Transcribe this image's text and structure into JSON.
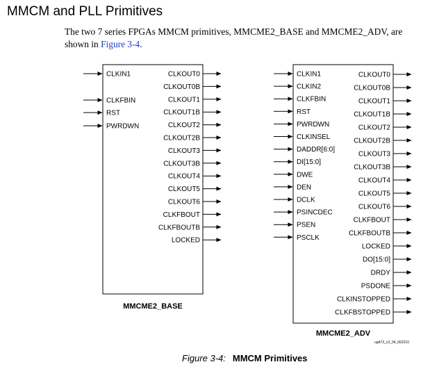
{
  "section": {
    "heading": "MMCM and PLL Primitives",
    "paragraph_before": "The two 7 series FPGAs MMCM primitives, MMCME2_BASE and MMCME2_ADV, are shown in ",
    "paragraph_link": "Figure 3-4",
    "paragraph_after": "."
  },
  "figure": {
    "number": "Figure 3-4:",
    "title": "MMCM Primitives",
    "id_tag": "ug472_c2_04_062210"
  },
  "blocks": {
    "base": {
      "name": "MMCME2_BASE",
      "inputs": [
        "CLKIN1",
        "CLKFBIN",
        "RST",
        "PWRDWN"
      ],
      "outputs": [
        "CLKOUT0",
        "CLKOUT0B",
        "CLKOUT1",
        "CLKOUT1B",
        "CLKOUT2",
        "CLKOUT2B",
        "CLKOUT3",
        "CLKOUT3B",
        "CLKOUT4",
        "CLKOUT5",
        "CLKOUT6",
        "CLKFBOUT",
        "CLKFBOUTB",
        "LOCKED"
      ]
    },
    "adv": {
      "name": "MMCME2_ADV",
      "inputs": [
        "CLKIN1",
        "CLKIN2",
        "CLKFBIN",
        "RST",
        "PWRDWN",
        "CLKINSEL",
        "DADDR[6:0]",
        "DI[15:0]",
        "DWE",
        "DEN",
        "DCLK",
        "PSINCDEC",
        "PSEN",
        "PSCLK"
      ],
      "outputs": [
        "CLKOUT0",
        "CLKOUT0B",
        "CLKOUT1",
        "CLKOUT1B",
        "CLKOUT2",
        "CLKOUT2B",
        "CLKOUT3",
        "CLKOUT3B",
        "CLKOUT4",
        "CLKOUT5",
        "CLKOUT6",
        "CLKFBOUT",
        "CLKFBOUTB",
        "LOCKED",
        "DO[15:0]",
        "DRDY",
        "PSDONE",
        "CLKINSTOPPED",
        "CLKFBSTOPPED"
      ]
    }
  }
}
